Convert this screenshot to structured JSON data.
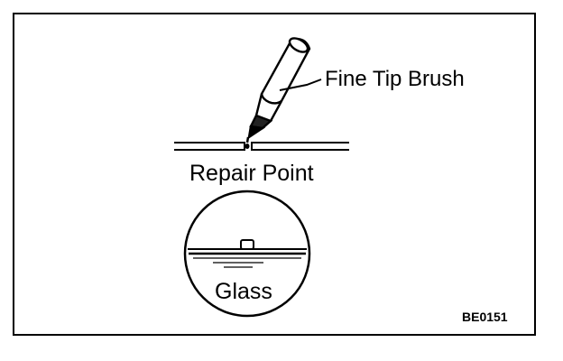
{
  "labels": {
    "brush": "Fine Tip Brush",
    "repair_point": "Repair Point",
    "glass": "Glass",
    "figure_code": "BE0151"
  }
}
